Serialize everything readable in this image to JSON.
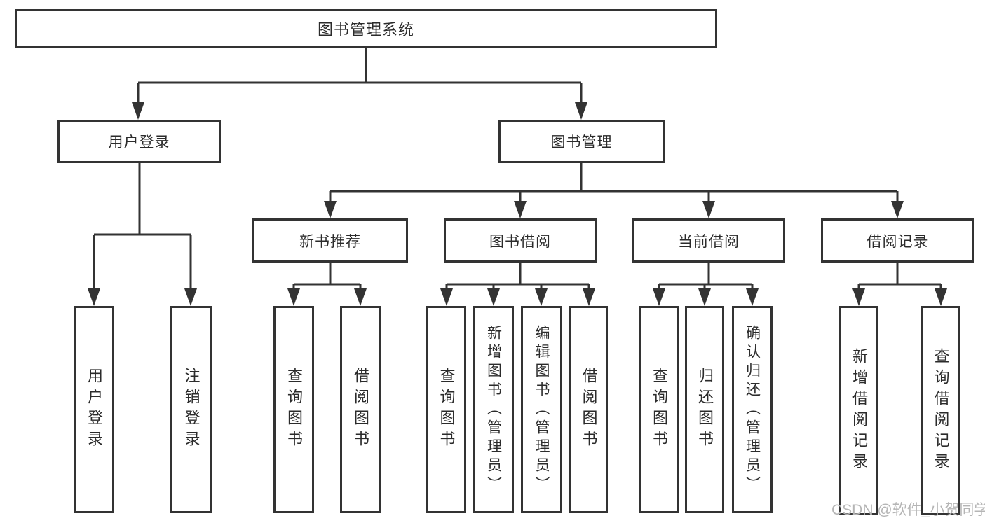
{
  "tree": {
    "root": {
      "label": "图书管理系统"
    },
    "branches": [
      {
        "label": "用户登录",
        "children": [
          {
            "label": "用户登录"
          },
          {
            "label": "注销登录"
          }
        ]
      },
      {
        "label": "图书管理",
        "children": [
          {
            "label": "新书推荐",
            "children": [
              {
                "label": "查询图书"
              },
              {
                "label": "借阅图书"
              }
            ]
          },
          {
            "label": "图书借阅",
            "children": [
              {
                "label": "查询图书"
              },
              {
                "label": "新增图书（管理员）"
              },
              {
                "label": "编辑图书（管理员）"
              },
              {
                "label": "借阅图书"
              }
            ]
          },
          {
            "label": "当前借阅",
            "children": [
              {
                "label": "查询图书"
              },
              {
                "label": "归还图书"
              },
              {
                "label": "确认归还（管理员）"
              }
            ]
          },
          {
            "label": "借阅记录",
            "children": [
              {
                "label": "新增借阅记录"
              },
              {
                "label": "查询借阅记录"
              }
            ]
          }
        ]
      }
    ]
  },
  "watermark": {
    "text": "CSDN @软件_小贺同学"
  },
  "colors": {
    "line": "#333333",
    "box_border": "#333333",
    "text": "#2b2b2b",
    "watermark": "#b5b5b5",
    "background": "#ffffff"
  }
}
